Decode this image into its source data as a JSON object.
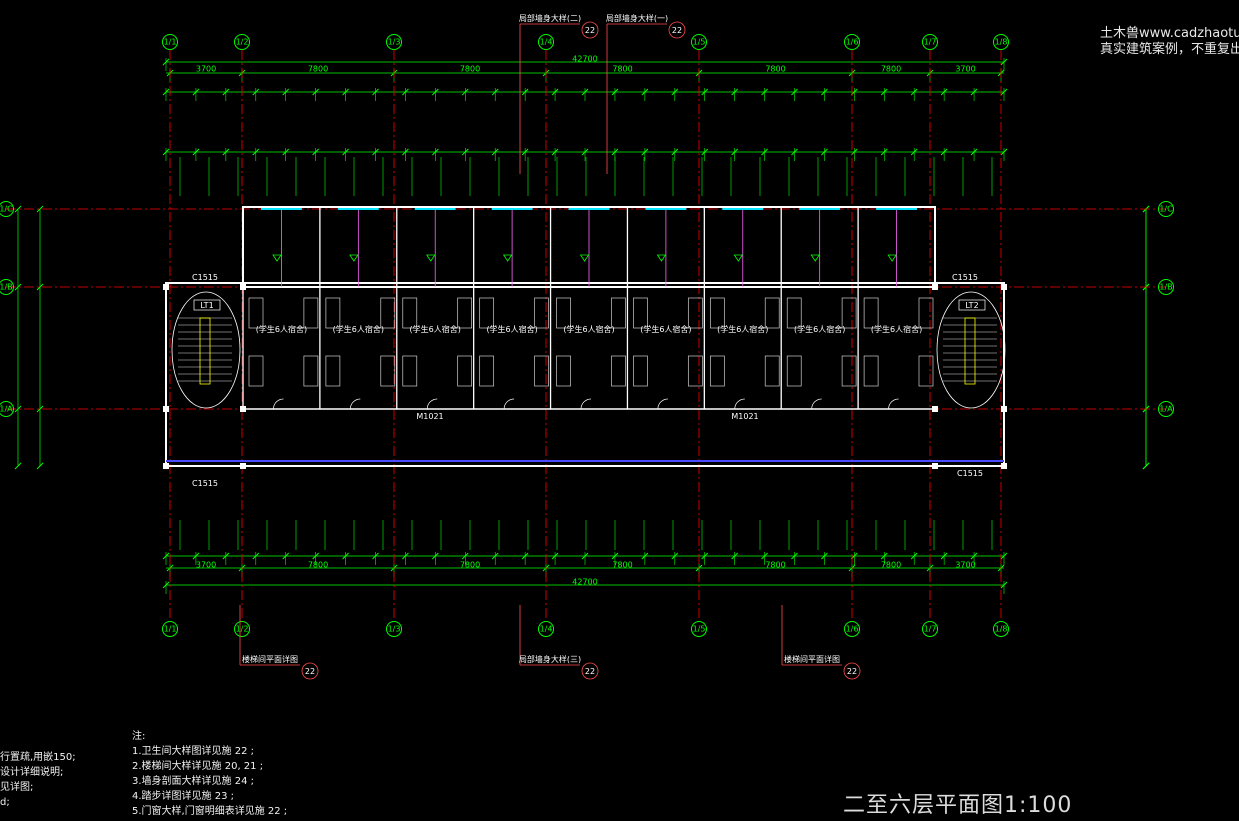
{
  "watermark": {
    "line1": "土木兽www.cadzhaotu.c",
    "line2": "真实建筑案例，不重复出"
  },
  "drawing_title": "二至六层平面图1:100",
  "notes_heading": "注:",
  "notes_left": [
    "行置疏,用嵌150;",
    "设计详细说明;",
    "见详图;",
    "d;"
  ],
  "notes_right": [
    "1.卫生间大样图详见施      22 ;",
    "2.楼梯间大样详见施      20, 21 ;",
    "3.墙身剖面大样详见施      24 ;",
    "4.踏步详图详见施      23 ;",
    "5.门窗大样,门窗明细表详见施      22 ;"
  ],
  "axes_top": [
    "1/1",
    "1/2",
    "1/3",
    "1/4",
    "1/5",
    "1/6",
    "1/7",
    "1/8"
  ],
  "axes_side_left": [
    "1/C",
    "1/B",
    "1/A"
  ],
  "axes_side_right": [
    "1/C",
    "1/B",
    "1/A"
  ],
  "dims": {
    "overall": "42700",
    "top_row2": [
      "3700",
      "7800",
      "7800",
      "7800",
      "7800",
      "7800",
      "3700"
    ]
  },
  "rooms": [
    "(学生6人宿舍)",
    "(学生6人宿舍)",
    "(学生6人宿舍)",
    "(学生6人宿舍)",
    "(学生6人宿舍)",
    "(学生6人宿舍)",
    "(学生6人宿舍)",
    "(学生6人宿舍)",
    "(学生6人宿舍)"
  ],
  "stairs": [
    "LT1",
    "LT2"
  ],
  "window_tag": "C1515",
  "door_tag": "M1021",
  "callouts": {
    "top_left": "局部墙身大样(二)",
    "top_right": "局部墙身大样(一)",
    "bottom_left": "楼梯间平面详图",
    "bottom_mid": "局部墙身大样(三)",
    "bottom_right": "楼梯间平面详图",
    "sheet": "22"
  },
  "colors": {
    "background": "#000000",
    "axis": "#ff0000",
    "dimension": "#00ff00",
    "wall": "#ffffff",
    "callout": "#ff4d4d",
    "window": "#00e5ff",
    "partition": "#ff66ff"
  }
}
